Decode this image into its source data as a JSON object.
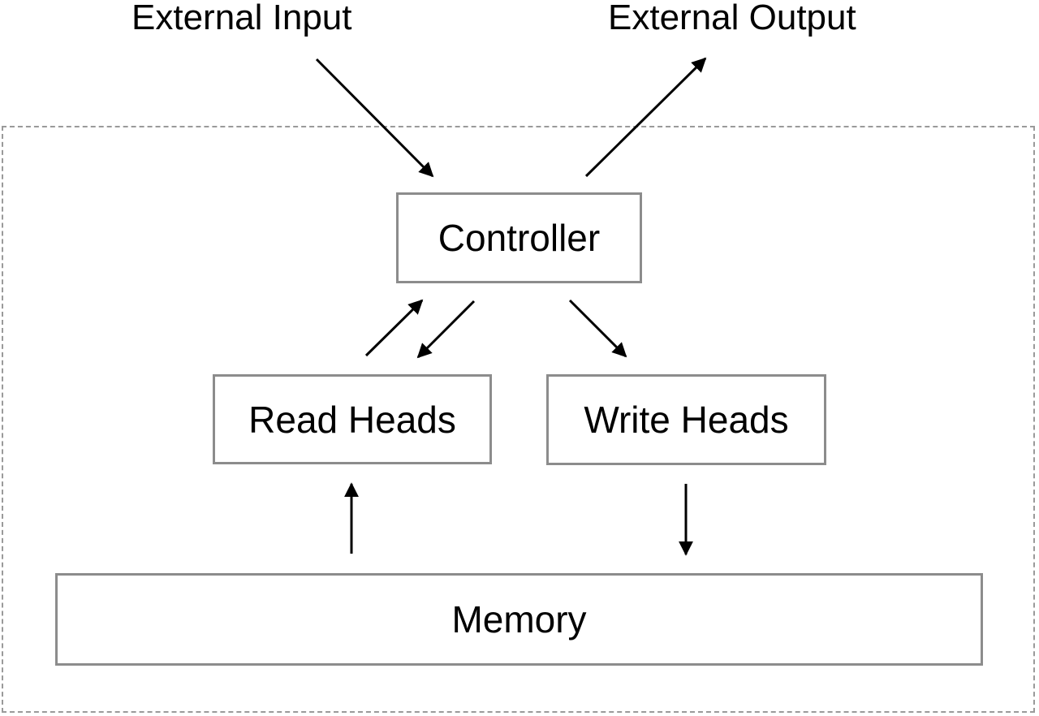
{
  "external_input_label": "External Input",
  "external_output_label": "External Output",
  "nodes": {
    "controller": "Controller",
    "read_heads": "Read Heads",
    "write_heads": "Write Heads",
    "memory": "Memory"
  },
  "edges": [
    {
      "from": "External Input",
      "to": "Controller"
    },
    {
      "from": "Controller",
      "to": "External Output"
    },
    {
      "from": "Read Heads",
      "to": "Controller"
    },
    {
      "from": "Controller",
      "to": "Read Heads"
    },
    {
      "from": "Controller",
      "to": "Write Heads"
    },
    {
      "from": "Memory",
      "to": "Read Heads"
    },
    {
      "from": "Write Heads",
      "to": "Memory"
    }
  ],
  "colors": {
    "box_border": "#8c8c8c",
    "boundary_border": "#9a9a9a",
    "arrow": "#000000",
    "text": "#000000"
  }
}
